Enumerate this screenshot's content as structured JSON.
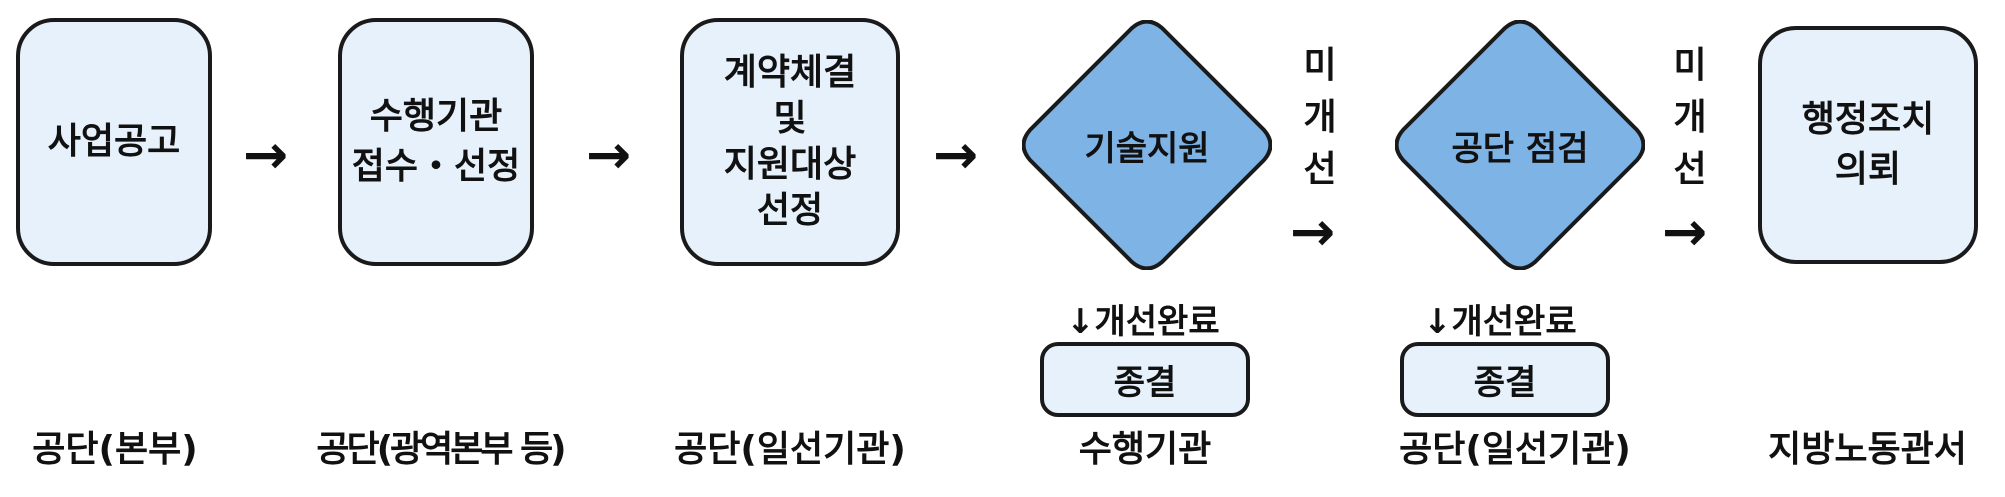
{
  "steps": {
    "announce": "사업공고",
    "select_line1": "수행기관",
    "select_line2": "접수・선정",
    "contract_line1": "계약체결",
    "contract_line2": "및",
    "contract_line3": "지원대상",
    "contract_line4": "선정",
    "tech_support": "기술지원",
    "inspection": "공단 점검",
    "admin_line1": "행정조치",
    "admin_line2": "의뢰"
  },
  "arrows": {
    "right": "→",
    "down": "↓"
  },
  "not_improved": [
    "미",
    "개",
    "선"
  ],
  "completion": {
    "label": "개선완료",
    "end_label": "종결"
  },
  "actors": {
    "a1": "공단(본부)",
    "a2": "공단(광역본부 등)",
    "a3": "공단(일선기관)",
    "a4": "수행기관",
    "a5": "공단(일선기관)",
    "a6": "지방노동관서"
  },
  "colors": {
    "box_fill": "#e6f1fb",
    "diamond_fill": "#7eb3e6",
    "border": "#1a1a1a"
  }
}
